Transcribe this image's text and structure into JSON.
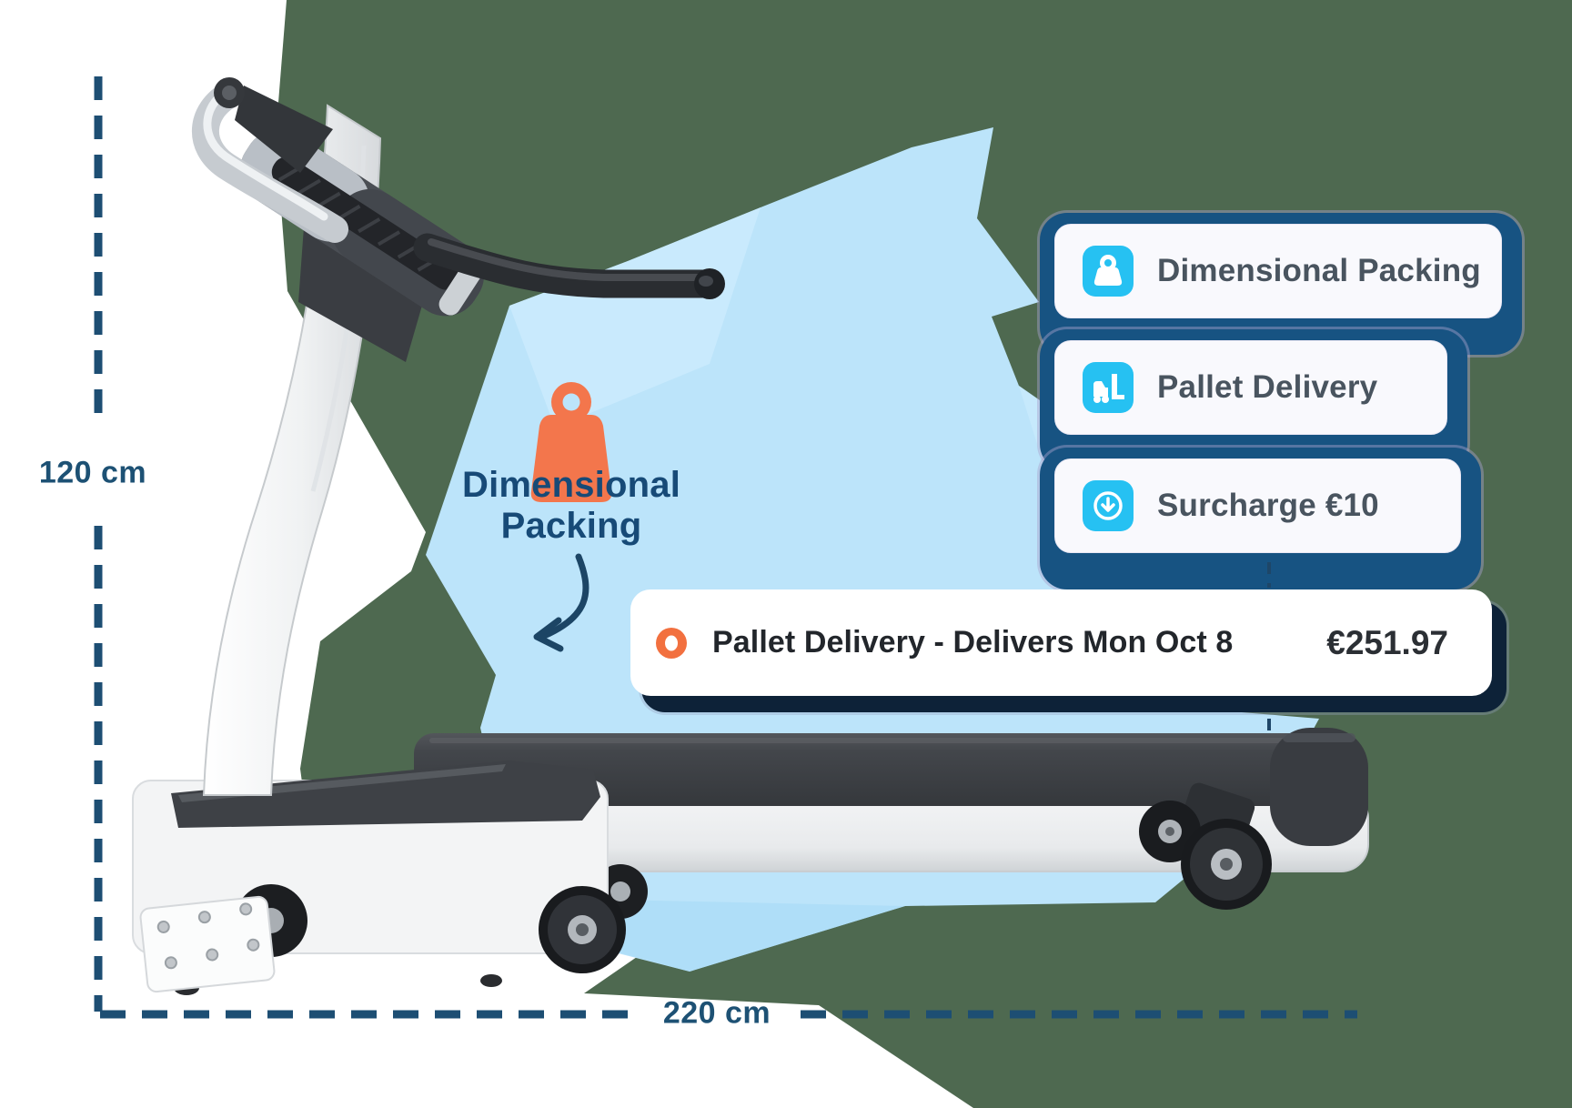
{
  "illustration": {
    "subject": "treadmill-shipping-dimensions",
    "dimensions": {
      "height_label": "120 cm",
      "width_label": "220 cm"
    },
    "annotation": {
      "line1": "Dimensional",
      "line2": "Packing",
      "icon": "weight-icon"
    }
  },
  "badges": [
    {
      "label": "Dimensional Packing",
      "icon": "package-weight-icon"
    },
    {
      "label": "Pallet Delivery",
      "icon": "forklift-icon"
    },
    {
      "label": "Surcharge €10",
      "icon": "surcharge-down-arrow-icon"
    }
  ],
  "quote": {
    "icon": "selected-option-icon",
    "label": "Pallet Delivery - Delivers Mon Oct 8",
    "price": "€251.97"
  },
  "colors": {
    "bg_green": "#4e6950",
    "paper_blue": "#bce4fa",
    "accent_cyan": "#26c1f2",
    "accent_orange": "#f3764c",
    "badge_shadow_navy": "#175382",
    "quote_shadow_navy": "#0d2238",
    "dash_navy": "#1d4e73",
    "label_navy": "#1d5174",
    "annotation_navy": "#174a77",
    "badge_text": "#49545f",
    "quote_text": "#22262b"
  }
}
